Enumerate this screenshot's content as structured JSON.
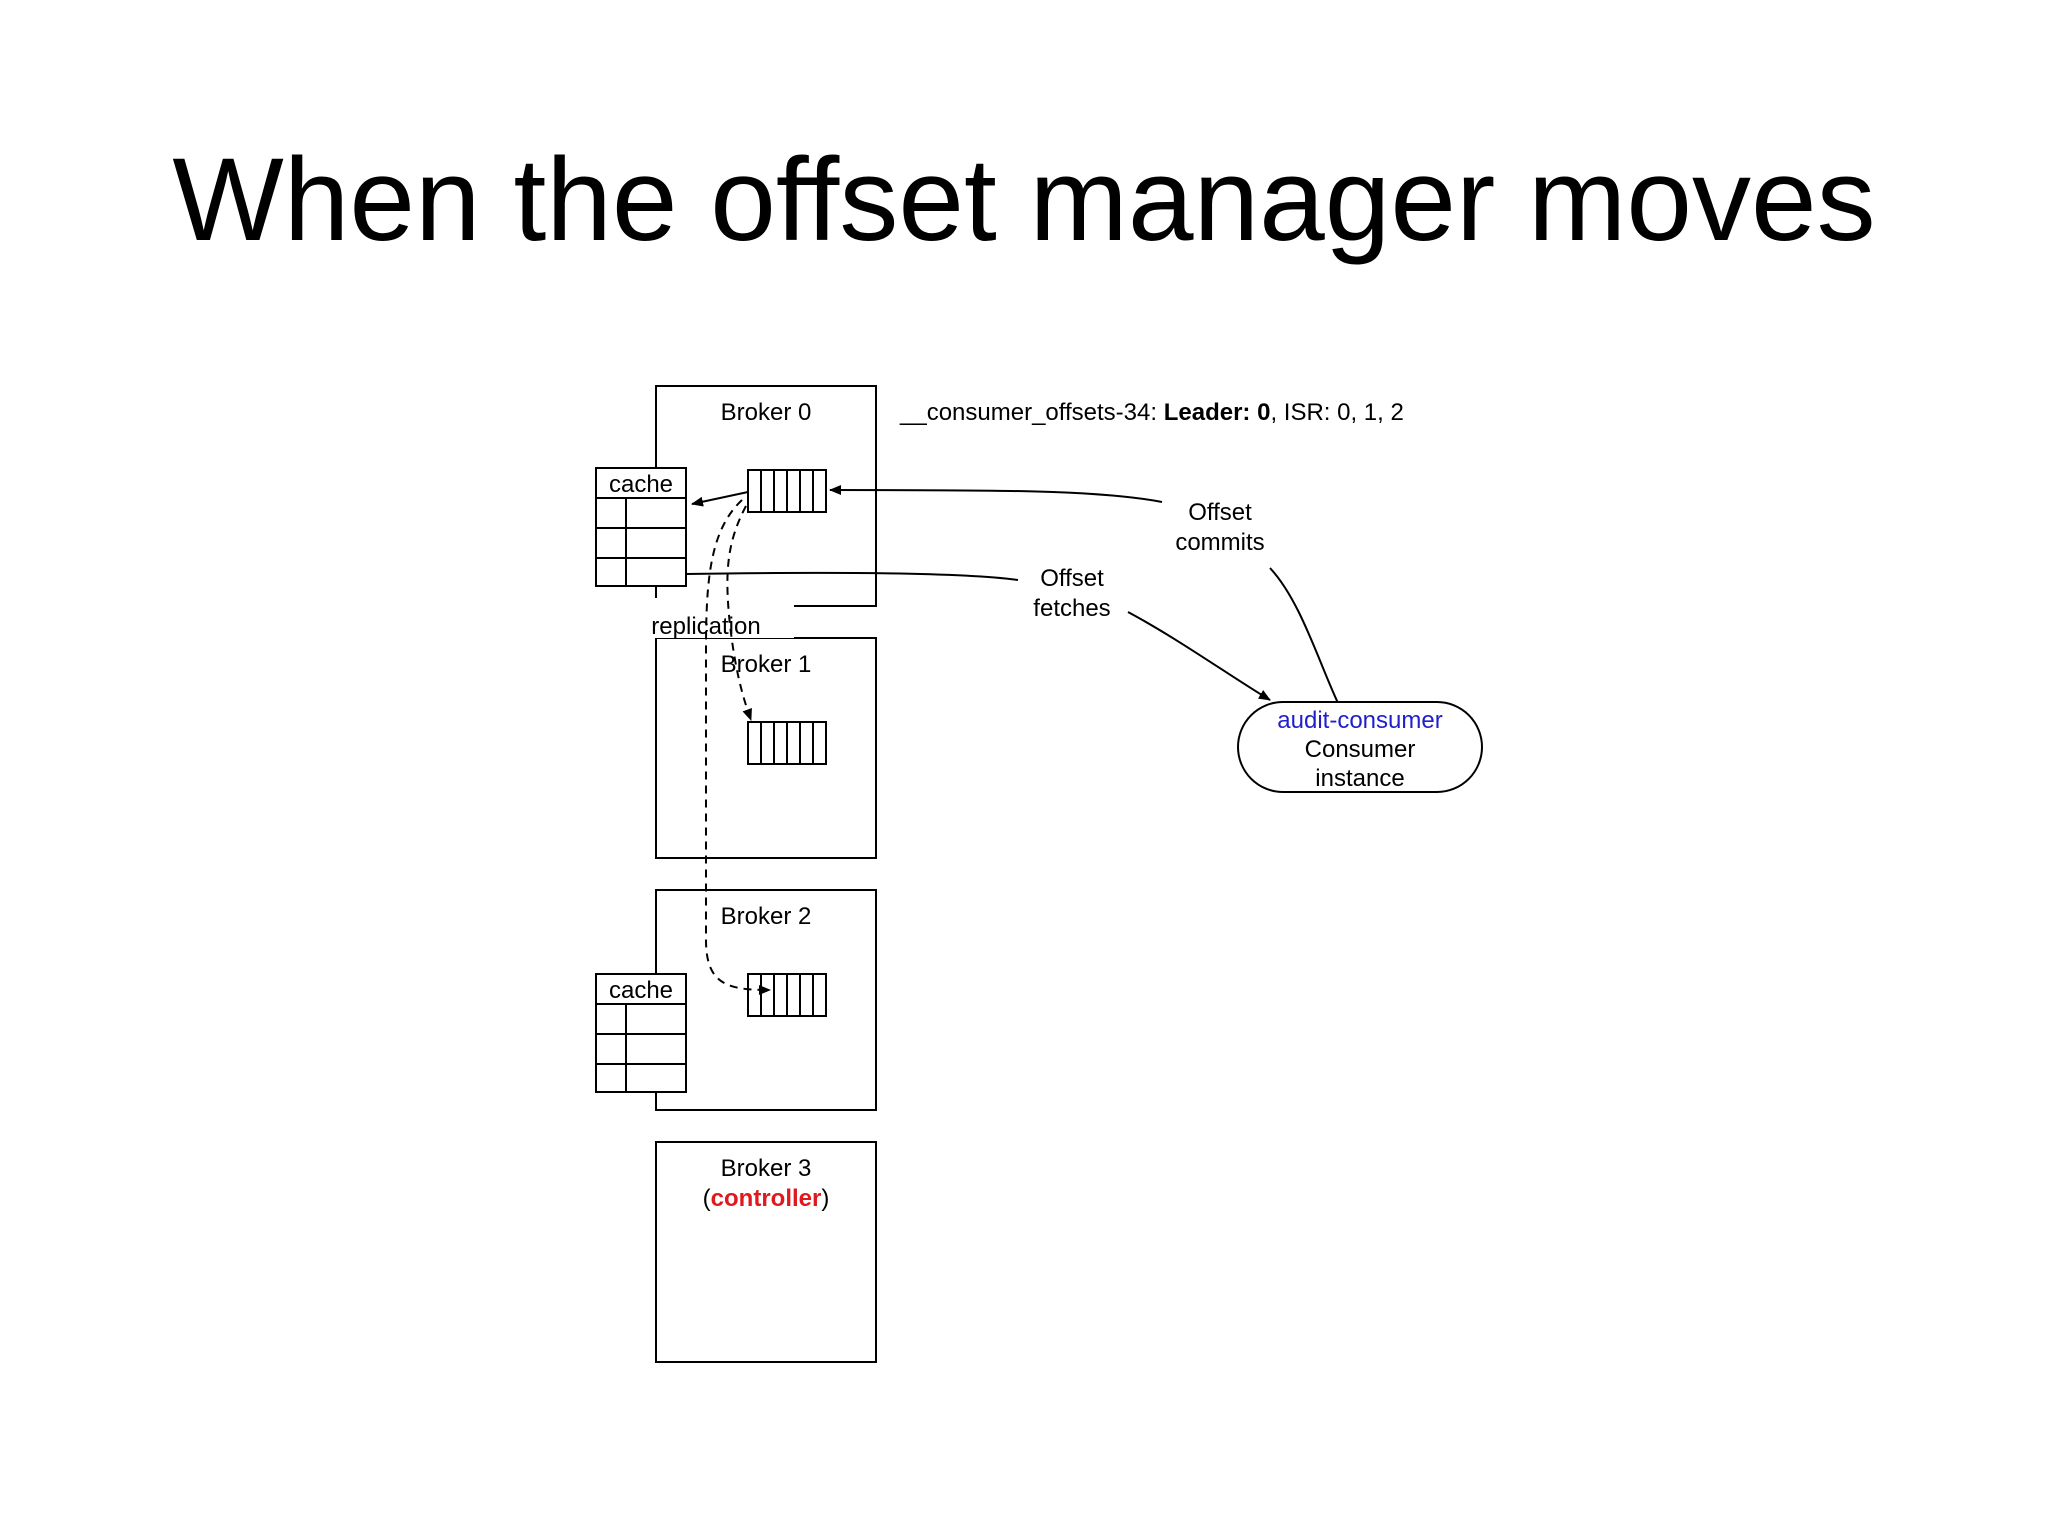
{
  "title": "When the offset manager moves",
  "partition": {
    "name": "__consumer_offsets-34: ",
    "leader_label": "Leader: 0",
    "isr_label": ", ISR: 0, 1, 2"
  },
  "brokers": [
    {
      "label": "Broker 0"
    },
    {
      "label": "Broker 1"
    },
    {
      "label": "Broker 2"
    },
    {
      "label": "Broker 3",
      "paren_open": "(",
      "role": "controller",
      "paren_close": ")"
    }
  ],
  "cache_label": "cache",
  "replication_label": "replication",
  "offset_commits": {
    "line1": "Offset",
    "line2": "commits"
  },
  "offset_fetches": {
    "line1": "Offset",
    "line2": "fetches"
  },
  "consumer": {
    "group": "audit-consumer",
    "line2": "Consumer",
    "line3": "instance"
  },
  "colors": {
    "group": "#1f1fcc",
    "controller": "#e0191f",
    "stroke": "#000000"
  }
}
